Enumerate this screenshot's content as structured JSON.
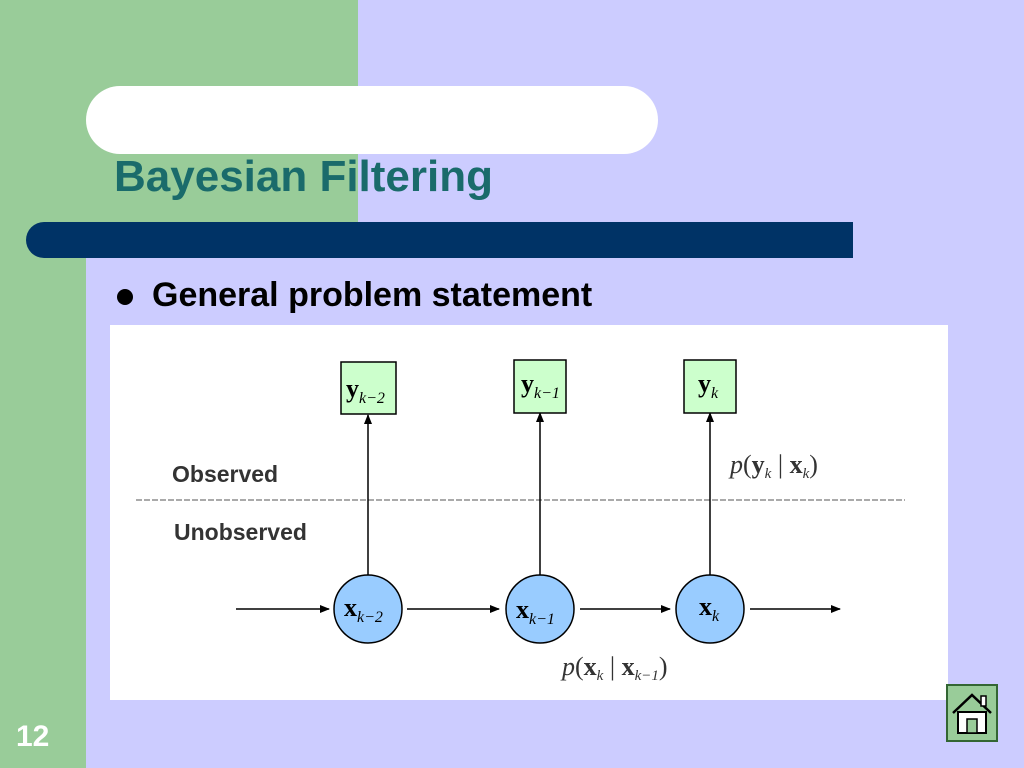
{
  "slide": {
    "title": "Bayesian Filtering",
    "bullet": "General problem statement",
    "number": "12"
  },
  "diagram": {
    "label_observed": "Observed",
    "label_unobserved": "Unobserved",
    "observations": [
      {
        "main": "y",
        "sub": "k−2"
      },
      {
        "main": "y",
        "sub": "k−1"
      },
      {
        "main": "y",
        "sub": "k"
      }
    ],
    "states": [
      {
        "main": "x",
        "sub": "k−2"
      },
      {
        "main": "x",
        "sub": "k−1"
      },
      {
        "main": "x",
        "sub": "k"
      }
    ],
    "measurement_model": {
      "p": "p",
      "open": "(",
      "y": "y",
      "y_sub": "k",
      "bar": " | ",
      "x": "x",
      "x_sub": "k",
      "close": ")"
    },
    "transition_model": {
      "p": "p",
      "open": "(",
      "x": "x",
      "x_sub": "k",
      "bar": " | ",
      "x2": "x",
      "x2_sub": "k−1",
      "close": ")"
    }
  },
  "colors": {
    "state_fill": "#99ccff",
    "observation_fill": "#ccffcc"
  },
  "icons": {
    "home": "home-icon"
  }
}
